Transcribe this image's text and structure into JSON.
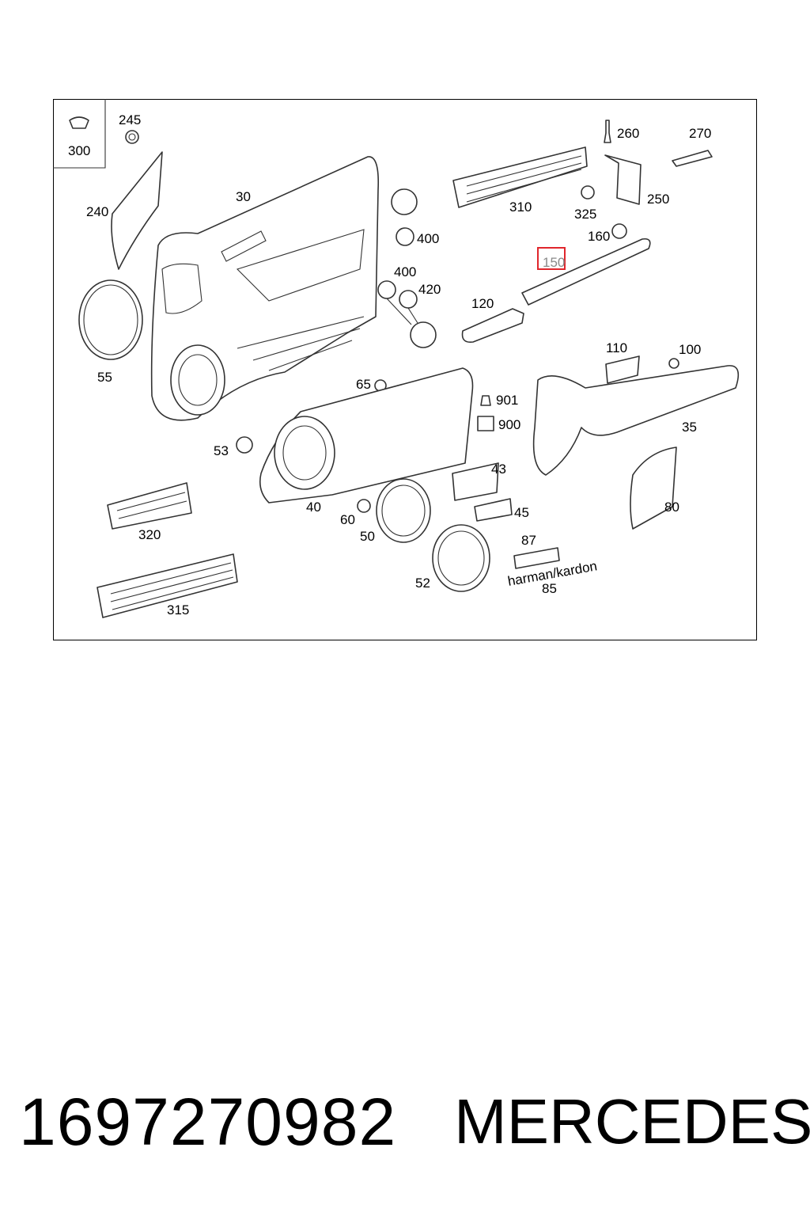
{
  "diagram": {
    "labels": {
      "l300": "300",
      "l245": "245",
      "l240": "240",
      "l30": "30",
      "l55": "55",
      "l400a": "400",
      "l400b": "400",
      "l420": "420",
      "l260": "260",
      "l270": "270",
      "l250": "250",
      "l310": "310",
      "l325": "325",
      "l160": "160",
      "l150": "150",
      "l120": "120",
      "l110": "110",
      "l100": "100",
      "l35": "35",
      "l65": "65",
      "l901": "901",
      "l900": "900",
      "l53": "53",
      "l43": "43",
      "l45": "45",
      "l40": "40",
      "l60": "60",
      "l50": "50",
      "l80": "80",
      "l320": "320",
      "l87": "87",
      "l85": "85",
      "l52": "52",
      "l315": "315"
    },
    "highlighted_part": "150",
    "badge_text": "harman/kardon"
  },
  "footer": {
    "part_number": "1697270982",
    "brand": "MERCEDES"
  },
  "colors": {
    "highlight": "#e0262c",
    "line": "#333333"
  }
}
